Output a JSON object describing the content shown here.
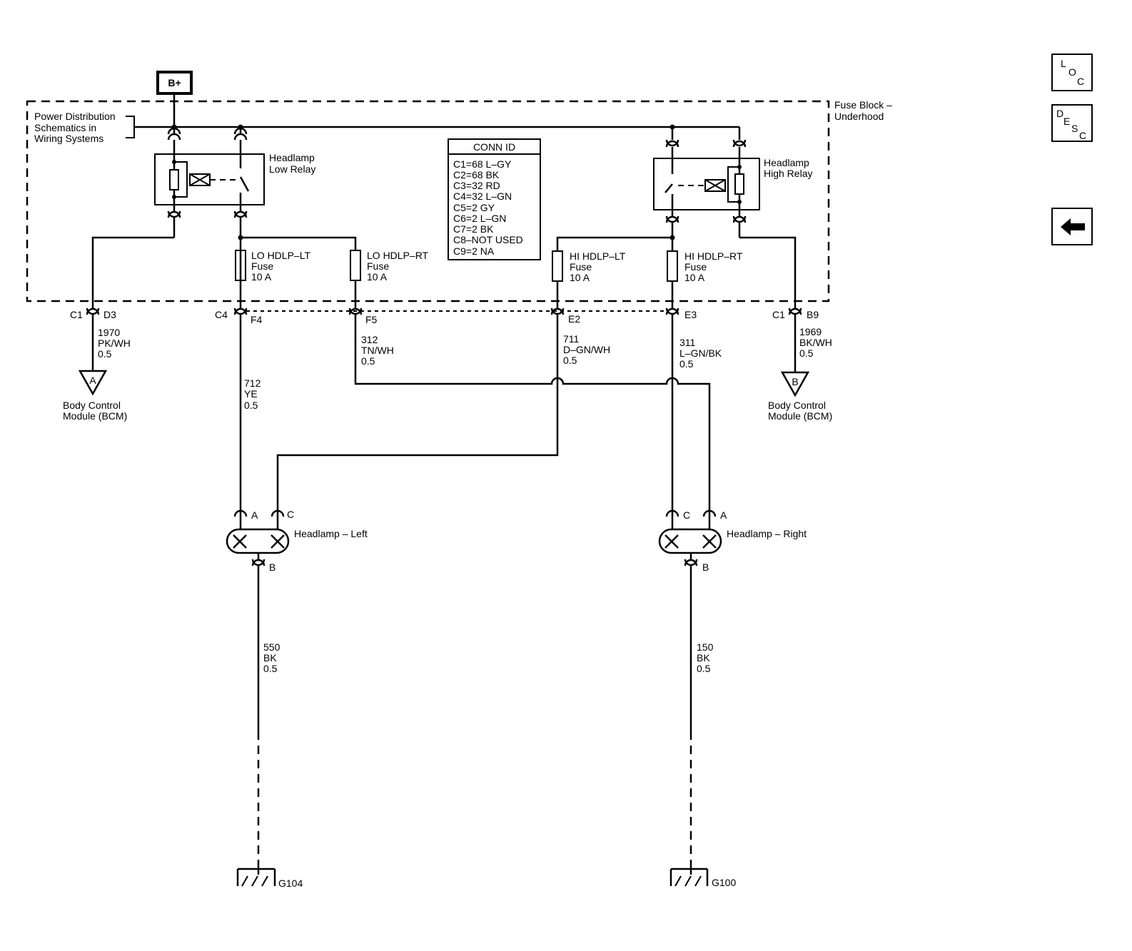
{
  "power": {
    "bplus": "B+"
  },
  "fuse_block": {
    "line1": "Fuse Block –",
    "line2": "Underhood"
  },
  "power_dist": {
    "line1": "Power Distribution",
    "line2": "Schematics in",
    "line3": "Wiring Systems"
  },
  "relays": {
    "low": {
      "line1": "Headlamp",
      "line2": "Low Relay"
    },
    "high": {
      "line1": "Headlamp",
      "line2": "High Relay"
    }
  },
  "conn_id": {
    "title": "CONN ID",
    "rows": [
      "C1=68 L–GY",
      "C2=68 BK",
      "C3=32 RD",
      "C4=32 L–GN",
      "C5=2 GY",
      "C6=2 L–GN",
      "C7=2 BK",
      "C8–NOT USED",
      "C9=2 NA"
    ]
  },
  "fuses": [
    {
      "name": "LO HDLP–LT",
      "type": "Fuse",
      "rating": "10 A"
    },
    {
      "name": "LO HDLP–RT",
      "type": "Fuse",
      "rating": "10 A"
    },
    {
      "name": "HI HDLP–LT",
      "type": "Fuse",
      "rating": "10 A"
    },
    {
      "name": "HI HDLP–RT",
      "type": "Fuse",
      "rating": "10 A"
    }
  ],
  "connectors": {
    "c1": "C1",
    "d3": "D3",
    "c4": "C4",
    "f4": "F4",
    "f5": "F5",
    "e2": "E2",
    "e3": "E3",
    "c1b": "C1",
    "b9": "B9"
  },
  "wires": [
    {
      "circuit": "1970",
      "color": "PK/WH",
      "gauge": "0.5"
    },
    {
      "circuit": "712",
      "color": "YE",
      "gauge": "0.5"
    },
    {
      "circuit": "312",
      "color": "TN/WH",
      "gauge": "0.5"
    },
    {
      "circuit": "711",
      "color": "D–GN/WH",
      "gauge": "0.5"
    },
    {
      "circuit": "311",
      "color": "L–GN/BK",
      "gauge": "0.5"
    },
    {
      "circuit": "1969",
      "color": "BK/WH",
      "gauge": "0.5"
    },
    {
      "circuit": "550",
      "color": "BK",
      "gauge": "0.5"
    },
    {
      "circuit": "150",
      "color": "BK",
      "gauge": "0.5"
    }
  ],
  "bcm": {
    "left": {
      "letter": "A",
      "line1": "Body Control",
      "line2": "Module (BCM)"
    },
    "right": {
      "letter": "B",
      "line1": "Body Control",
      "line2": "Module (BCM)"
    }
  },
  "headlamps": {
    "left": {
      "label": "Headlamp – Left",
      "pin_a": "A",
      "pin_c": "C",
      "pin_b": "B"
    },
    "right": {
      "label": "Headlamp – Right",
      "pin_c": "C",
      "pin_a": "A",
      "pin_b": "B"
    }
  },
  "grounds": {
    "left": "G104",
    "right": "G100"
  },
  "nav": {
    "loc": {
      "l1": "L",
      "l2": "O",
      "l3": "C"
    },
    "desc": {
      "l1": "D",
      "l2": "E",
      "l3": "S",
      "l4": "C"
    },
    "back_icon": "arrow-left-icon"
  }
}
